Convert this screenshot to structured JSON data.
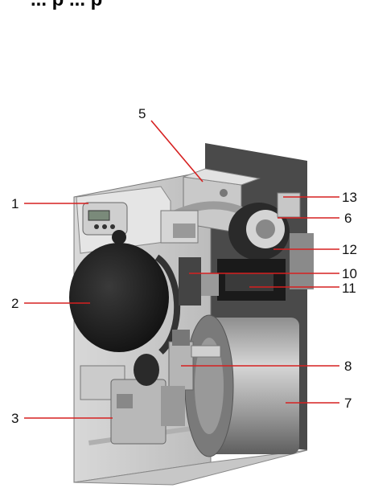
{
  "heading": "... p ... p",
  "callouts": [
    "1",
    "2",
    "3",
    "5",
    "6",
    "7",
    "8",
    "10",
    "11",
    "12",
    "13"
  ],
  "leader_color": "#d62020"
}
